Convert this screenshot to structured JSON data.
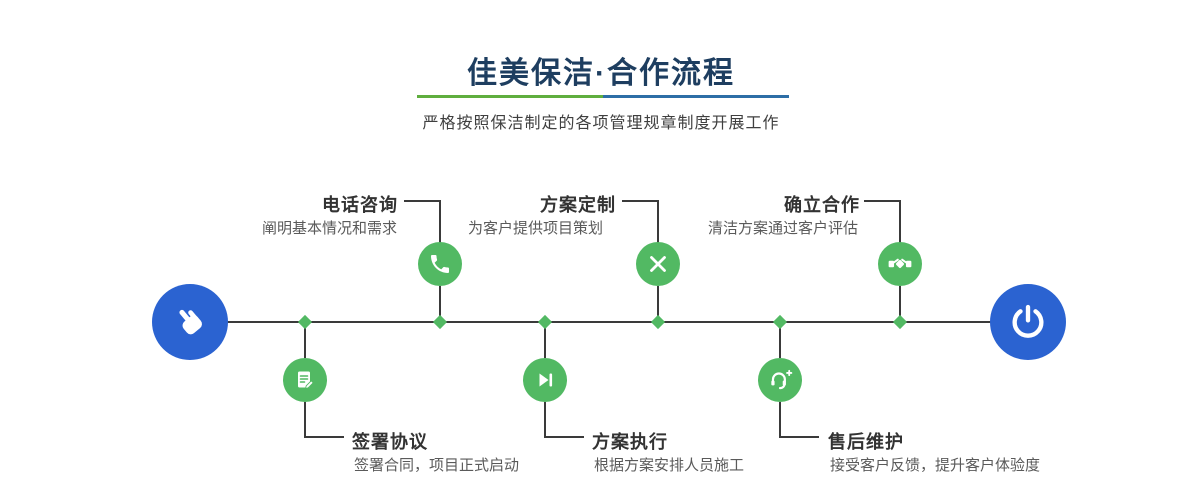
{
  "header": {
    "title": "佳美保洁·合作流程",
    "subtitle": "严格按照保洁制定的各项管理规章制度开展工作"
  },
  "colors": {
    "accent_green": "#52b963",
    "accent_blue": "#2b63d1",
    "title_navy": "#1e3e60",
    "timeline_line": "#3a3a3a"
  },
  "timeline": {
    "start_node_icon": "hand-pointer-icon",
    "end_node_icon": "power-icon",
    "steps_top": [
      {
        "icon": "phone-icon",
        "title": "电话咨询",
        "desc": "阐明基本情况和需求"
      },
      {
        "icon": "pen-design-icon",
        "title": "方案定制",
        "desc": "为客户提供项目策划"
      },
      {
        "icon": "handshake-icon",
        "title": "确立合作",
        "desc": "清洁方案通过客户评估"
      }
    ],
    "steps_bottom": [
      {
        "icon": "sign-document-icon",
        "title": "签署协议",
        "desc": "签署合同，项目正式启动"
      },
      {
        "icon": "play-execute-icon",
        "title": "方案执行",
        "desc": "根据方案安排人员施工"
      },
      {
        "icon": "headset-service-icon",
        "title": "售后维护",
        "desc": "接受客户反馈，提升客户体验度"
      }
    ]
  }
}
